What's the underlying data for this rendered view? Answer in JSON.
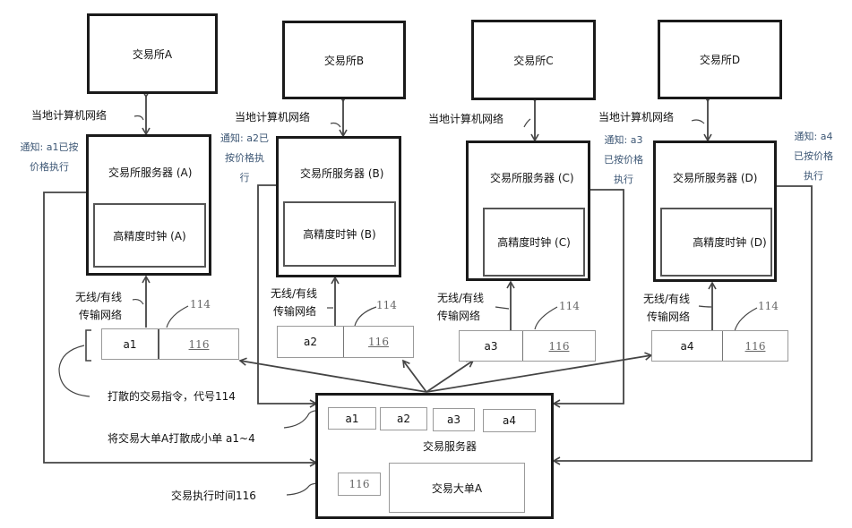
{
  "exchanges": [
    {
      "id": "A",
      "name": "交易所A",
      "server": "交易所服务器 (A)",
      "clock": "高精度时钟 (A)",
      "network": "当地计算机网络",
      "notice_lines": [
        "通知: a1已按",
        "价格执行"
      ],
      "order": "a1",
      "ref_time": "116",
      "ref_order": "114",
      "transport_lines": [
        "无线/有线",
        "传输网络"
      ]
    },
    {
      "id": "B",
      "name": "交易所B",
      "server": "交易所服务器 (B)",
      "clock": "高精度时钟 (B)",
      "network": "当地计算机网络",
      "notice_lines": [
        "通知: a2已",
        "按价格执",
        "行"
      ],
      "order": "a2",
      "ref_time": "116",
      "ref_order": "114",
      "transport_lines": [
        "无线/有线",
        "传输网络"
      ]
    },
    {
      "id": "C",
      "name": "交易所C",
      "server": "交易所服务器 (C)",
      "clock": "高精度时钟 (C)",
      "network": "当地计算机网络",
      "notice_lines": [
        "通知: a3",
        "已按价格",
        "执行"
      ],
      "order": "a3",
      "ref_time": "116",
      "ref_order": "114",
      "transport_lines": [
        "无线/有线",
        "传输网络"
      ]
    },
    {
      "id": "D",
      "name": "交易所D",
      "server": "交易所服务器 (D)",
      "clock": "高精度时钟 (D)",
      "network": "当地计算机网络",
      "notice_lines": [
        "通知: a4",
        "已按价格",
        "执行"
      ],
      "order": "a4",
      "ref_time": "116",
      "ref_order": "114",
      "transport_lines": [
        "无线/有线",
        "传输网络"
      ]
    }
  ],
  "trade_server": {
    "title": "交易服务器",
    "orders": [
      "a1",
      "a2",
      "a3",
      "a4"
    ],
    "time_ref": "116",
    "big_order": "交易大单A"
  },
  "annotations": {
    "split_instructions": "打散的交易指令，代号114",
    "split_big_order": "将交易大单A打散成小单 a1~4",
    "execution_time": "交易执行时间116"
  },
  "colors": {
    "note_text": "#3d5775",
    "line": "#444444",
    "box_border": "#1a1a1a"
  }
}
